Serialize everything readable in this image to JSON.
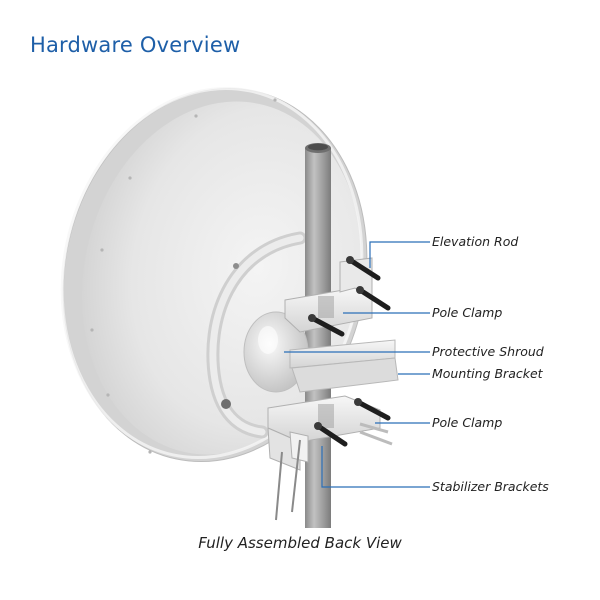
{
  "title": "Hardware Overview",
  "labels": [
    "Elevation Rod",
    "Pole Clamp",
    "Protective Shroud",
    "Mounting Bracket",
    "Pole Clamp",
    "Stabilizer Brackets"
  ],
  "caption": "Fully Assembled Back View",
  "colors": {
    "title": "#1e5fa8",
    "callout_line": "#2b6fb8",
    "dish": "#e6e6e6",
    "pole": "#9a9a9a"
  }
}
